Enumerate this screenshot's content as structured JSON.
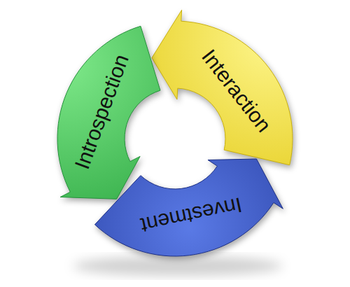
{
  "diagram": {
    "nodes": [
      {
        "text": [
          "Interaction"
        ]
      },
      {
        "text": [
          "Introspection"
        ]
      },
      {
        "text": [
          "Investment"
        ]
      }
    ]
  }
}
